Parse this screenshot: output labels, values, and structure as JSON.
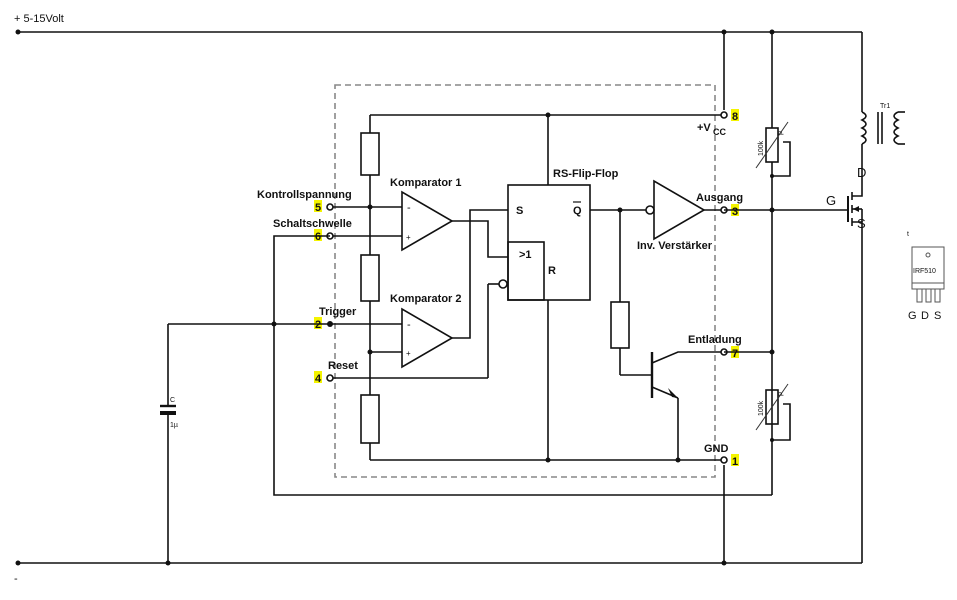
{
  "supply": {
    "plus_label": "+ 5-15Volt",
    "minus_label": "-"
  },
  "ic": {
    "blocks": {
      "comp1": "Komparator 1",
      "comp2": "Komparator 2",
      "flipflop": "RS-Flip-Flop",
      "ff_s": "S",
      "ff_q": "Q",
      "ff_r": "R",
      "or_gate": ">1",
      "inverter": "Inv. Verstärker",
      "minus": "-",
      "plus": "+"
    },
    "pins": [
      {
        "num": "5",
        "name": "Kontrollspannung"
      },
      {
        "num": "6",
        "name": "Schaltschwelle"
      },
      {
        "num": "2",
        "name": "Trigger"
      },
      {
        "num": "4",
        "name": "Reset"
      },
      {
        "num": "8",
        "name": "+V",
        "sub": "CC"
      },
      {
        "num": "3",
        "name": "Ausgang"
      },
      {
        "num": "7",
        "name": "Entladung"
      },
      {
        "num": "1",
        "name": "GND"
      }
    ]
  },
  "components": {
    "cap_name": "C",
    "cap_value": "1µ",
    "pot1_value": "100k",
    "pot1_tag": "p",
    "pot2_value": "100k",
    "pot2_tag": "p",
    "transformer": "Tr1",
    "mosfet_g": "G",
    "mosfet_d": "D",
    "mosfet_s": "S"
  },
  "package": {
    "tag": "t",
    "part": "IRF510",
    "pins": [
      "G",
      "D",
      "S"
    ]
  }
}
